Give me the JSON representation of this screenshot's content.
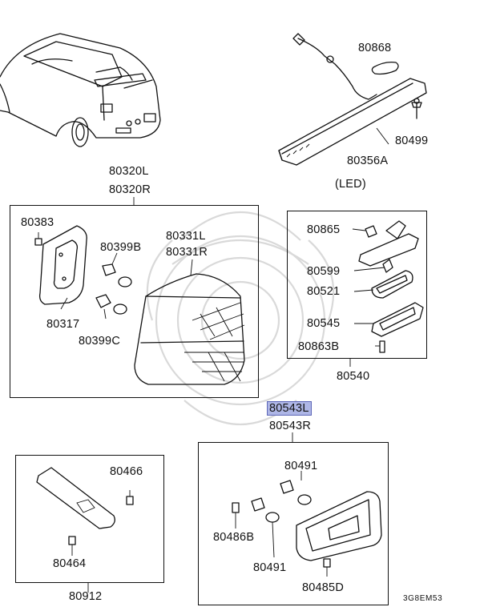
{
  "labels": {
    "l80868": "80868",
    "l80499": "80499",
    "l80356a": "80356A",
    "led": "(LED)",
    "l80320l": "80320L",
    "l80320r": "80320R",
    "l80383": "80383",
    "l80399b": "80399B",
    "l80331l": "80331L",
    "l80331r": "80331R",
    "l80317": "80317",
    "l80399c": "80399C",
    "l80865": "80865",
    "l80599": "80599",
    "l80521": "80521",
    "l80545": "80545",
    "l80863b": "80863B",
    "l80540": "80540",
    "l80543l": "80543L",
    "l80543r": "80543R",
    "l80466": "80466",
    "l80464": "80464",
    "l80912": "80912",
    "l80491a": "80491",
    "l80486b": "80486B",
    "l80491b": "80491",
    "l80485d": "80485D",
    "code": "3G8EM53"
  },
  "highlight_color": "#aeb6e6"
}
